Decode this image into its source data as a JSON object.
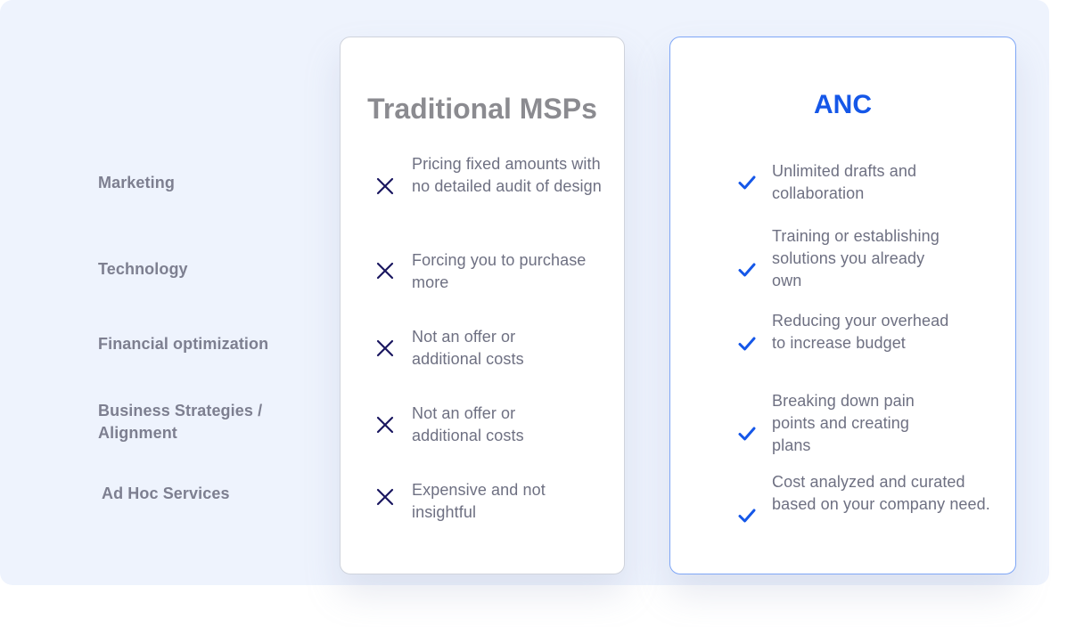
{
  "row_labels": [
    "Marketing",
    "Technology",
    "Financial optimization",
    "Business Strategies /\nAlignment",
    "Ad Hoc Services"
  ],
  "traditional": {
    "title": "Traditional MSPs",
    "items": [
      "Pricing fixed amounts with no detailed audit of design",
      "Forcing you to purchase more",
      "Not an offer or additional costs",
      "Not an offer or additional costs",
      "Expensive and not insightful"
    ],
    "icon": "x-icon",
    "icon_color": "#1a1760"
  },
  "anc": {
    "title": "ANC",
    "items": [
      "Unlimited drafts and collaboration",
      "Training or establishing solutions you already own",
      "Reducing your overhead to increase budget",
      "Breaking down pain points and creating plans",
      "Cost analyzed and curated based on your company need."
    ],
    "icon": "check-icon",
    "icon_color": "#1557e8"
  },
  "colors": {
    "panel_background": "#eef3fd",
    "anc_accent": "#1557e8",
    "muted_text": "#6e7082"
  }
}
